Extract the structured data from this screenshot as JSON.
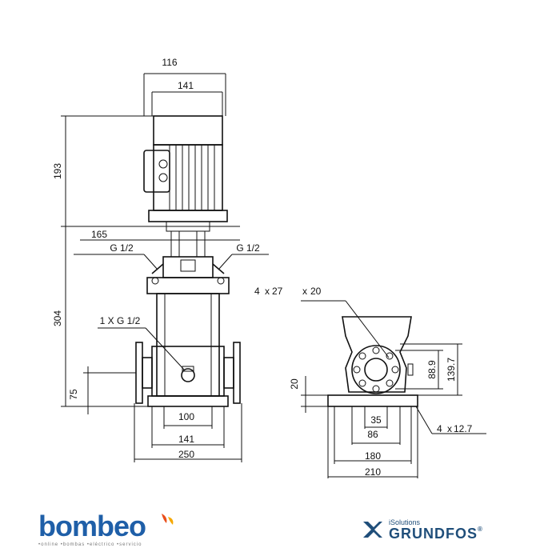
{
  "front_view": {
    "dim_top_116": "116",
    "dim_top_141": "141",
    "dim_193": "193",
    "dim_304": "304",
    "dim_75": "75",
    "dim_165": "165",
    "gauge_left": "G 1/2",
    "gauge_right": "G 1/2",
    "drain": "1 X G 1/2",
    "dim_100": "100",
    "dim_141_base": "141",
    "dim_250": "250"
  },
  "side_view": {
    "holes_label": "4",
    "holes_x": "x",
    "holes_27": "27",
    "holes_x2": "x",
    "holes_20": "20",
    "dim_88_9": "88.9",
    "dim_139_7": "139.7",
    "dim_20": "20",
    "dim_35": "35",
    "dim_86": "86",
    "feet_label": "4",
    "feet_x": "x",
    "feet_12_7": "12.7",
    "dim_180": "180",
    "dim_210": "210"
  },
  "logos": {
    "left_word": "bombeo",
    "left_tag": "•online  •bombas  •eléctrico  •servicio",
    "right_sub": "iSolutions",
    "right_brand": "GRUNDFOS",
    "right_mark": "®"
  }
}
